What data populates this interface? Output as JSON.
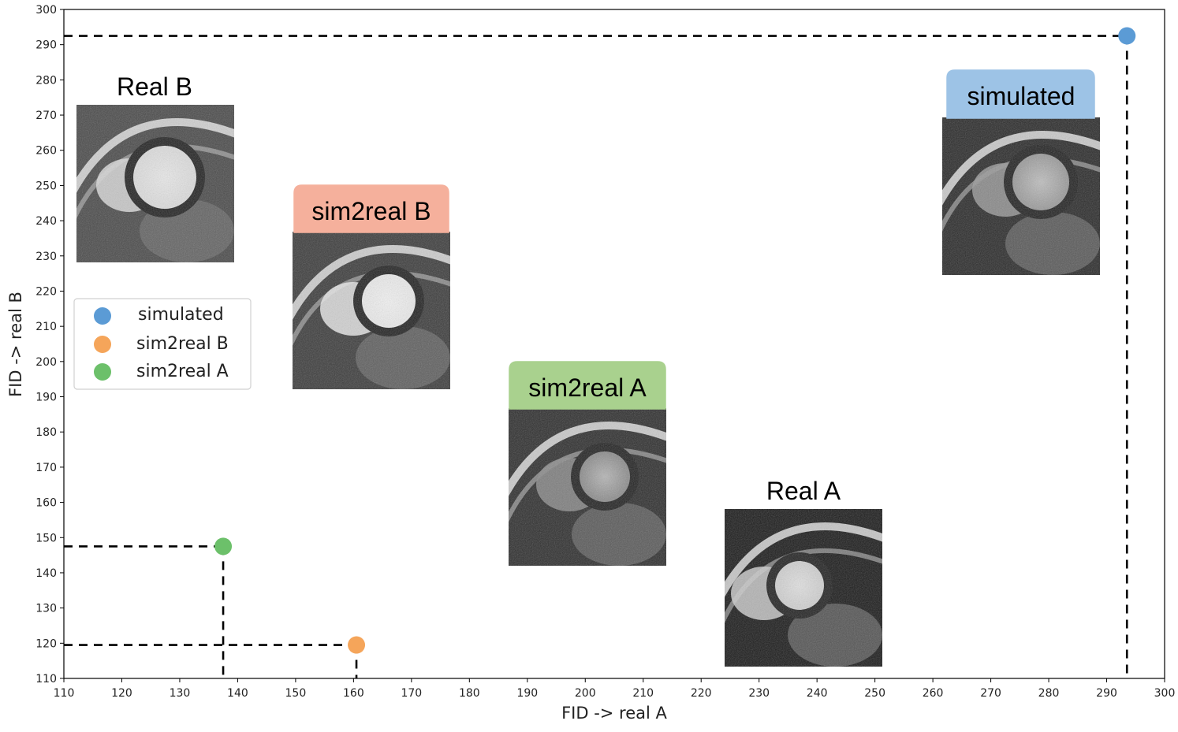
{
  "chart_data": {
    "type": "scatter",
    "title": "",
    "xlabel": "FID -> real A",
    "ylabel": "FID -> real B",
    "xlim": [
      110,
      300
    ],
    "ylim": [
      110,
      300
    ],
    "xticks": [
      110,
      120,
      130,
      140,
      150,
      160,
      170,
      180,
      190,
      200,
      210,
      220,
      230,
      240,
      250,
      260,
      270,
      280,
      290,
      300
    ],
    "yticks": [
      110,
      120,
      130,
      140,
      150,
      160,
      170,
      180,
      190,
      200,
      210,
      220,
      230,
      240,
      250,
      260,
      270,
      280,
      290,
      300
    ],
    "grid": false,
    "legend_position": "upper-left",
    "series": [
      {
        "name": "simulated",
        "color": "#5b9bd5",
        "x": 293.5,
        "y": 292.5
      },
      {
        "name": "sim2real B",
        "color": "#f5a55a",
        "x": 160.5,
        "y": 119.5
      },
      {
        "name": "sim2real A",
        "color": "#6cc06a",
        "x": 137.5,
        "y": 147.5
      }
    ],
    "annotations": [
      {
        "label": "Real B",
        "style": "plain"
      },
      {
        "label": "sim2real B",
        "style": "boxed",
        "color": "#f5b09c"
      },
      {
        "label": "sim2real A",
        "style": "boxed",
        "color": "#a9d18e"
      },
      {
        "label": "Real A",
        "style": "plain"
      },
      {
        "label": "simulated",
        "style": "boxed",
        "color": "#9dc3e6"
      }
    ]
  }
}
